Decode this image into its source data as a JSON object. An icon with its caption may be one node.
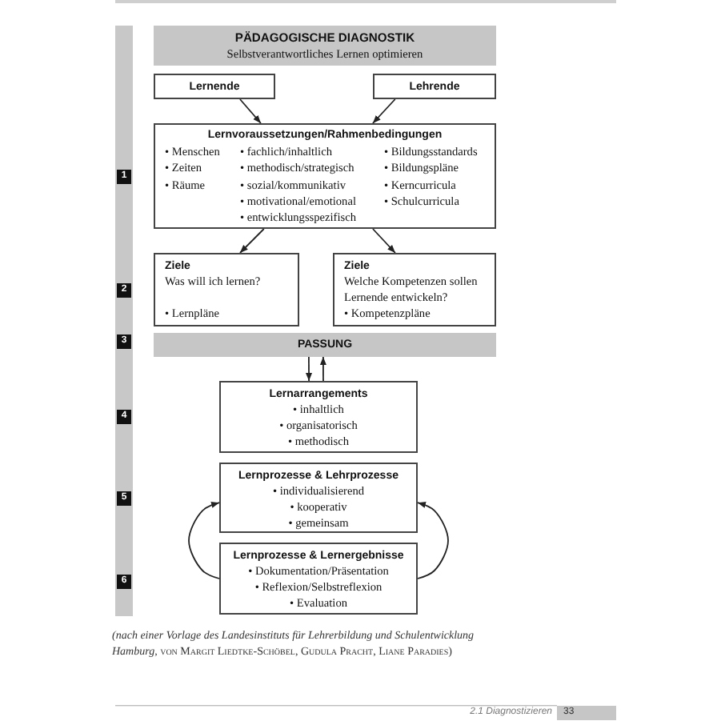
{
  "diagram": {
    "caption": "*(nach einer Vorlage des Landesinstituts für Lehrerbildung und Schulentwicklung Hamburg,* von Margit Liedtke-Schöbel, Gudula Pracht, Liane Paradies)",
    "nodes": [
      {
        "text": [
          "PÄDAGOGISCHE DIAGNOSTIK",
          "Selbstverantwortliches Lernen optimieren"
        ]
      },
      {
        "text": [
          "Lernende"
        ]
      },
      {
        "text": [
          "Lehrende"
        ]
      },
      {
        "text": [
          "Lernvoraussetzungen/Rahmenbedingungen",
          "• Menschen",
          "• Zeiten",
          "• Räume",
          "• fachlich/inhaltlich",
          "• methodisch/strategisch",
          "• sozial/kommunikativ",
          "• motivational/emotional",
          "• entwicklungsspezifisch",
          "• Bildungsstandards",
          "• Bildungspläne",
          "• Kerncurricula",
          "• Schulcurricula"
        ]
      },
      {
        "text": [
          "Ziele",
          "Was will ich lernen?",
          "• Lernpläne"
        ]
      },
      {
        "text": [
          "Ziele",
          "Welche Kompetenzen sollen Lernende entwickeln?",
          "• Kompetenzpläne"
        ]
      },
      {
        "text": [
          "PASSUNG"
        ]
      },
      {
        "text": [
          "Lernarrangements",
          "• inhaltlich",
          "• organisatorisch",
          "• methodisch"
        ]
      },
      {
        "text": [
          "Lernprozesse & Lehrprozesse",
          "• individualisierend",
          "• kooperativ",
          "• gemeinsam"
        ]
      },
      {
        "text": [
          "Lernprozesse & Lernergebnisse",
          "• Dokumentation/Präsentation",
          "• Reflexion/Selbstreflexion",
          "• Evaluation"
        ]
      }
    ],
    "edges": [
      {
        "from": 1,
        "to": 3,
        "arrow": "to"
      },
      {
        "from": 2,
        "to": 3,
        "arrow": "to"
      },
      {
        "from": 3,
        "to": 4,
        "arrow": "to"
      },
      {
        "from": 3,
        "to": 5,
        "arrow": "to"
      },
      {
        "from": 6,
        "to": 7,
        "arrow": "to"
      },
      {
        "from": 7,
        "to": 6,
        "arrow": "to"
      },
      {
        "from": 9,
        "to": 8,
        "arrow": "to"
      },
      {
        "from": 9,
        "to": 8,
        "arrow": "to"
      }
    ],
    "labels": [
      "1",
      "2",
      "3",
      "4",
      "5",
      "6",
      "2.1 Diagnostizieren",
      "33"
    ]
  }
}
